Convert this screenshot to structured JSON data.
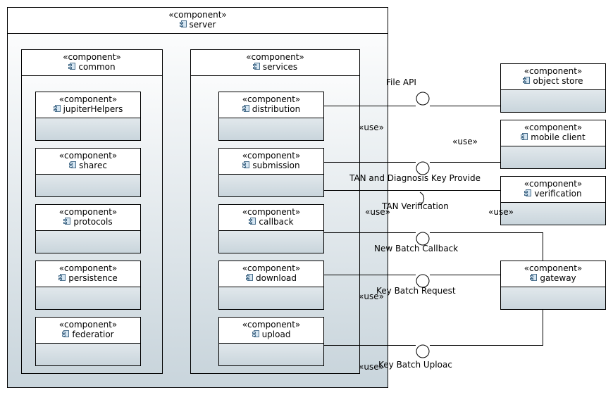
{
  "stereotype": "«component»",
  "server": {
    "name": "server"
  },
  "common": {
    "name": "common",
    "children": [
      {
        "id": "jupiterHelpers",
        "name": "jupiterHelpers"
      },
      {
        "id": "shared",
        "name": "sharec"
      },
      {
        "id": "protocols",
        "name": "protocols"
      },
      {
        "id": "persistence",
        "name": "persistence"
      },
      {
        "id": "federation",
        "name": "federatior"
      }
    ]
  },
  "services": {
    "name": "services",
    "children": [
      {
        "id": "distribution",
        "name": "distribution"
      },
      {
        "id": "submission",
        "name": "submission"
      },
      {
        "id": "callback",
        "name": "callback"
      },
      {
        "id": "download",
        "name": "download"
      },
      {
        "id": "upload",
        "name": "upload"
      }
    ]
  },
  "external": [
    {
      "id": "object-store",
      "name": "object store"
    },
    {
      "id": "mobile-client",
      "name": "mobile client"
    },
    {
      "id": "verification",
      "name": "verification"
    },
    {
      "id": "gateway",
      "name": "gateway"
    }
  ],
  "interfaces": {
    "file_api": "File API",
    "tan_diag": "TAN and Diagnosis Key Provide",
    "tan_verif": "TAN Verification",
    "new_batch_callback": "New Batch Callback",
    "key_batch_request": "Key Batch Request",
    "key_batch_upload": "Key Batch Uploac"
  },
  "use_label": "«use»",
  "colors": {
    "gradient_top": "#ffffff",
    "gradient_bottom": "#c9d5dc",
    "line": "#000000",
    "icon": "#4a6f8c"
  }
}
